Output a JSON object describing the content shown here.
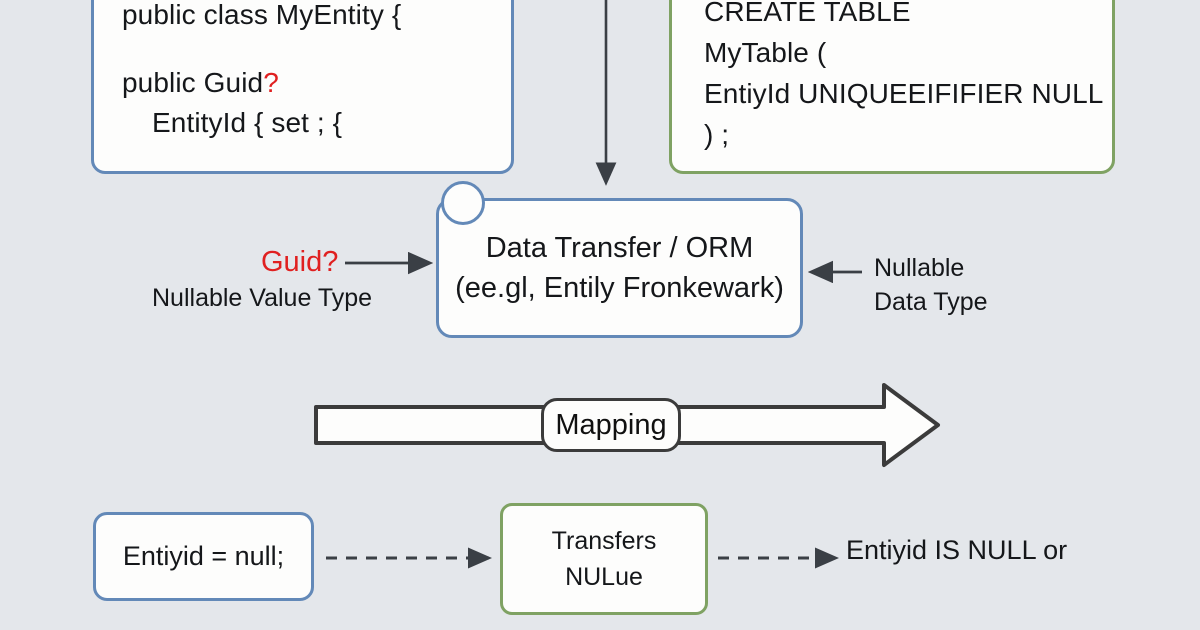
{
  "diagram": {
    "title": "Nullable value type to nullable SQL column ORM mapping",
    "background_color": "#e4e7eb",
    "accent_blue": "#6389b8",
    "accent_green": "#7fa263",
    "accent_red": "#e02020"
  },
  "class_box": {
    "line1": "public class MyEntity {",
    "line2_prefix": "public Guid",
    "line2_qmark": "?",
    "line3": "EntityId { set ; {"
  },
  "sql_box": {
    "line1": "CREATE TABLE",
    "line2": "MyTable (",
    "line3": "EntiyId UNIQUEEIFIFIER NULL",
    "line4": ") ;"
  },
  "orm_box": {
    "line1": "Data Transfer / ORM",
    "line2": "(ee.gl, Entily Fronkewark)"
  },
  "labels": {
    "guid_nullable": "Guid?",
    "nullable_value_type": "Nullable Value Type",
    "nullable_data_type_line1": "Nullable",
    "nullable_data_type_line2": "Data Type",
    "sql_is_null": "Entiyid IS NULL or"
  },
  "mapping": {
    "label": "Mapping"
  },
  "bottom": {
    "null_assignment": "Entiyid = null;",
    "transfers_line1": "Transfers",
    "transfers_line2": "NULue"
  },
  "icons": {
    "orm_connector": "circle-connector-icon",
    "down_arrow": "arrow-down-icon",
    "left_arrow_in": "arrow-right-icon",
    "right_arrow_in": "arrow-left-icon",
    "mapping_arrow": "block-arrow-right-icon",
    "dashed_flow_1": "dashed-arrow-right-icon",
    "dashed_flow_2": "dashed-arrow-right-icon"
  }
}
